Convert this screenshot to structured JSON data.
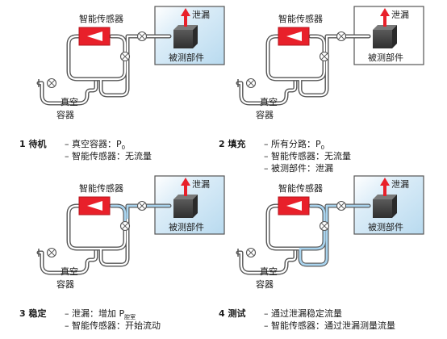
{
  "labels": {
    "sensor": "智能传感器",
    "leak": "泄漏",
    "part": "被测部件",
    "vessel_line1": "真空",
    "vessel_line2": "容器"
  },
  "panels": [
    {
      "number": "1",
      "title": "待机",
      "lines": [
        {
          "text": "– 真空容器：P",
          "sub": "0"
        },
        {
          "text": "– 智能传感器：无流量",
          "sub": ""
        }
      ],
      "chamber_style": "filled",
      "flow": "none"
    },
    {
      "number": "2",
      "title": "填充",
      "lines": [
        {
          "text": "– 所有分路：P",
          "sub": "0"
        },
        {
          "text": "– 智能传感器：无流量",
          "sub": ""
        },
        {
          "text": "– 被测部件：泄漏",
          "sub": ""
        }
      ],
      "chamber_style": "outline",
      "flow": "none"
    },
    {
      "number": "3",
      "title": "稳定",
      "lines": [
        {
          "text": "– 泄漏：增加 P",
          "sub": "腔室"
        },
        {
          "text": "– 智能传感器：开始流动",
          "sub": ""
        }
      ],
      "chamber_style": "filled",
      "flow": "partial"
    },
    {
      "number": "4",
      "title": "测试",
      "lines": [
        {
          "text": "– 通过泄漏稳定流量",
          "sub": ""
        },
        {
          "text": "– 智能传感器：通过泄漏测量流量",
          "sub": ""
        }
      ],
      "chamber_style": "filled",
      "flow": "full"
    }
  ],
  "colors": {
    "sensor_red": "#e8202a",
    "leak_arrow": "#e8202a",
    "chamber_fill": "#c9e3f3",
    "flow_blue": "#a9d4ef",
    "pipe": "#555555",
    "box_dark": "#3c3c3c"
  }
}
